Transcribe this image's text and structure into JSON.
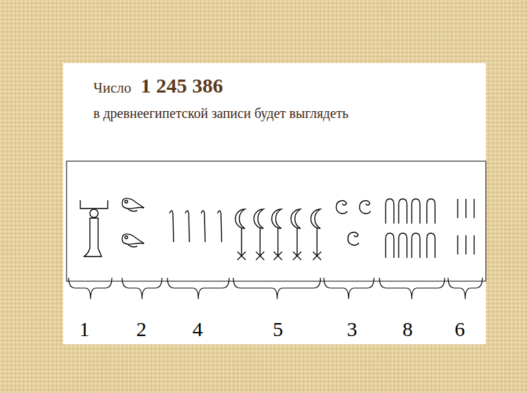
{
  "diagram": {
    "labels": [
      "Число",
      "1 245 386",
      "в древнеегипетской записи будет выглядеть",
      "1",
      "2",
      "4",
      "5",
      "3",
      "8",
      "6"
    ]
  }
}
